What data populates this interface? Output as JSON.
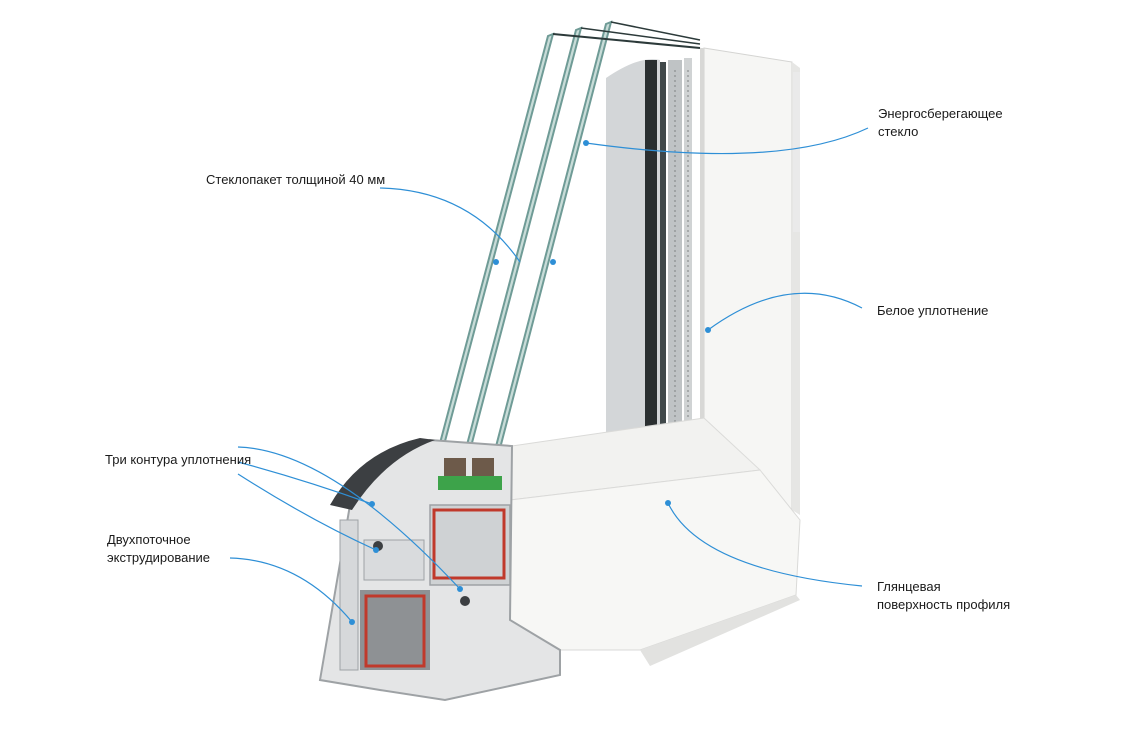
{
  "labels": {
    "glass_unit": [
      "Стеклопакет толщиной 40 мм"
    ],
    "energy_glass": [
      "Энергосберегающее",
      "стекло"
    ],
    "white_seal": [
      "Белое уплотнение"
    ],
    "three_seals": [
      "Три контура уплотнения"
    ],
    "dual_extrusion": [
      "Двухпоточное",
      "экструдирование"
    ],
    "glossy_surface": [
      "Глянцевая",
      "поверхность профиля"
    ]
  },
  "colors": {
    "leader": "#2e8fd6",
    "glass_edge": "#6f9b96",
    "glass_dark": "#1f2a2b",
    "profile_white": "#f4f4f2",
    "profile_shade": "#dcdcda",
    "seal_green": "#3da34a",
    "steel_red": "#c0392b",
    "chamber_grey": "#b9bcbf"
  }
}
